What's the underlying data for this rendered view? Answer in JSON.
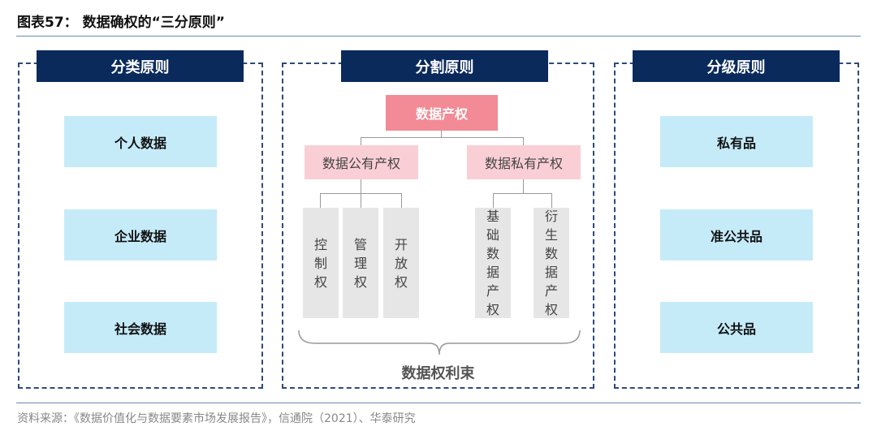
{
  "figure": {
    "title": "图表57： 数据确权的“三分原则”",
    "source": "资料来源：《数据价值化与数据要素市场发展报告》，信通院（2021）、华泰研究"
  },
  "panels": {
    "left": {
      "header": "分类原则",
      "items": [
        "个人数据",
        "企业数据",
        "社会数据"
      ]
    },
    "middle": {
      "header": "分割原则",
      "root": "数据产权",
      "branches": [
        {
          "label": "数据公有产权",
          "children": [
            "控制权",
            "管理权",
            "开放权"
          ]
        },
        {
          "label": "数据私有产权",
          "children": [
            "基础数据产权",
            "衍生数据产权"
          ]
        }
      ],
      "summary": "数据权利束"
    },
    "right": {
      "header": "分级原则",
      "items": [
        "私有品",
        "准公共品",
        "公共品"
      ]
    }
  },
  "colors": {
    "header_fill": "#0b2a5c",
    "blue_box": "#c5ebf9",
    "root_fill": "#f28b95",
    "branch_fill": "#f9cfd5",
    "leaf_fill": "#e6e6e6"
  }
}
